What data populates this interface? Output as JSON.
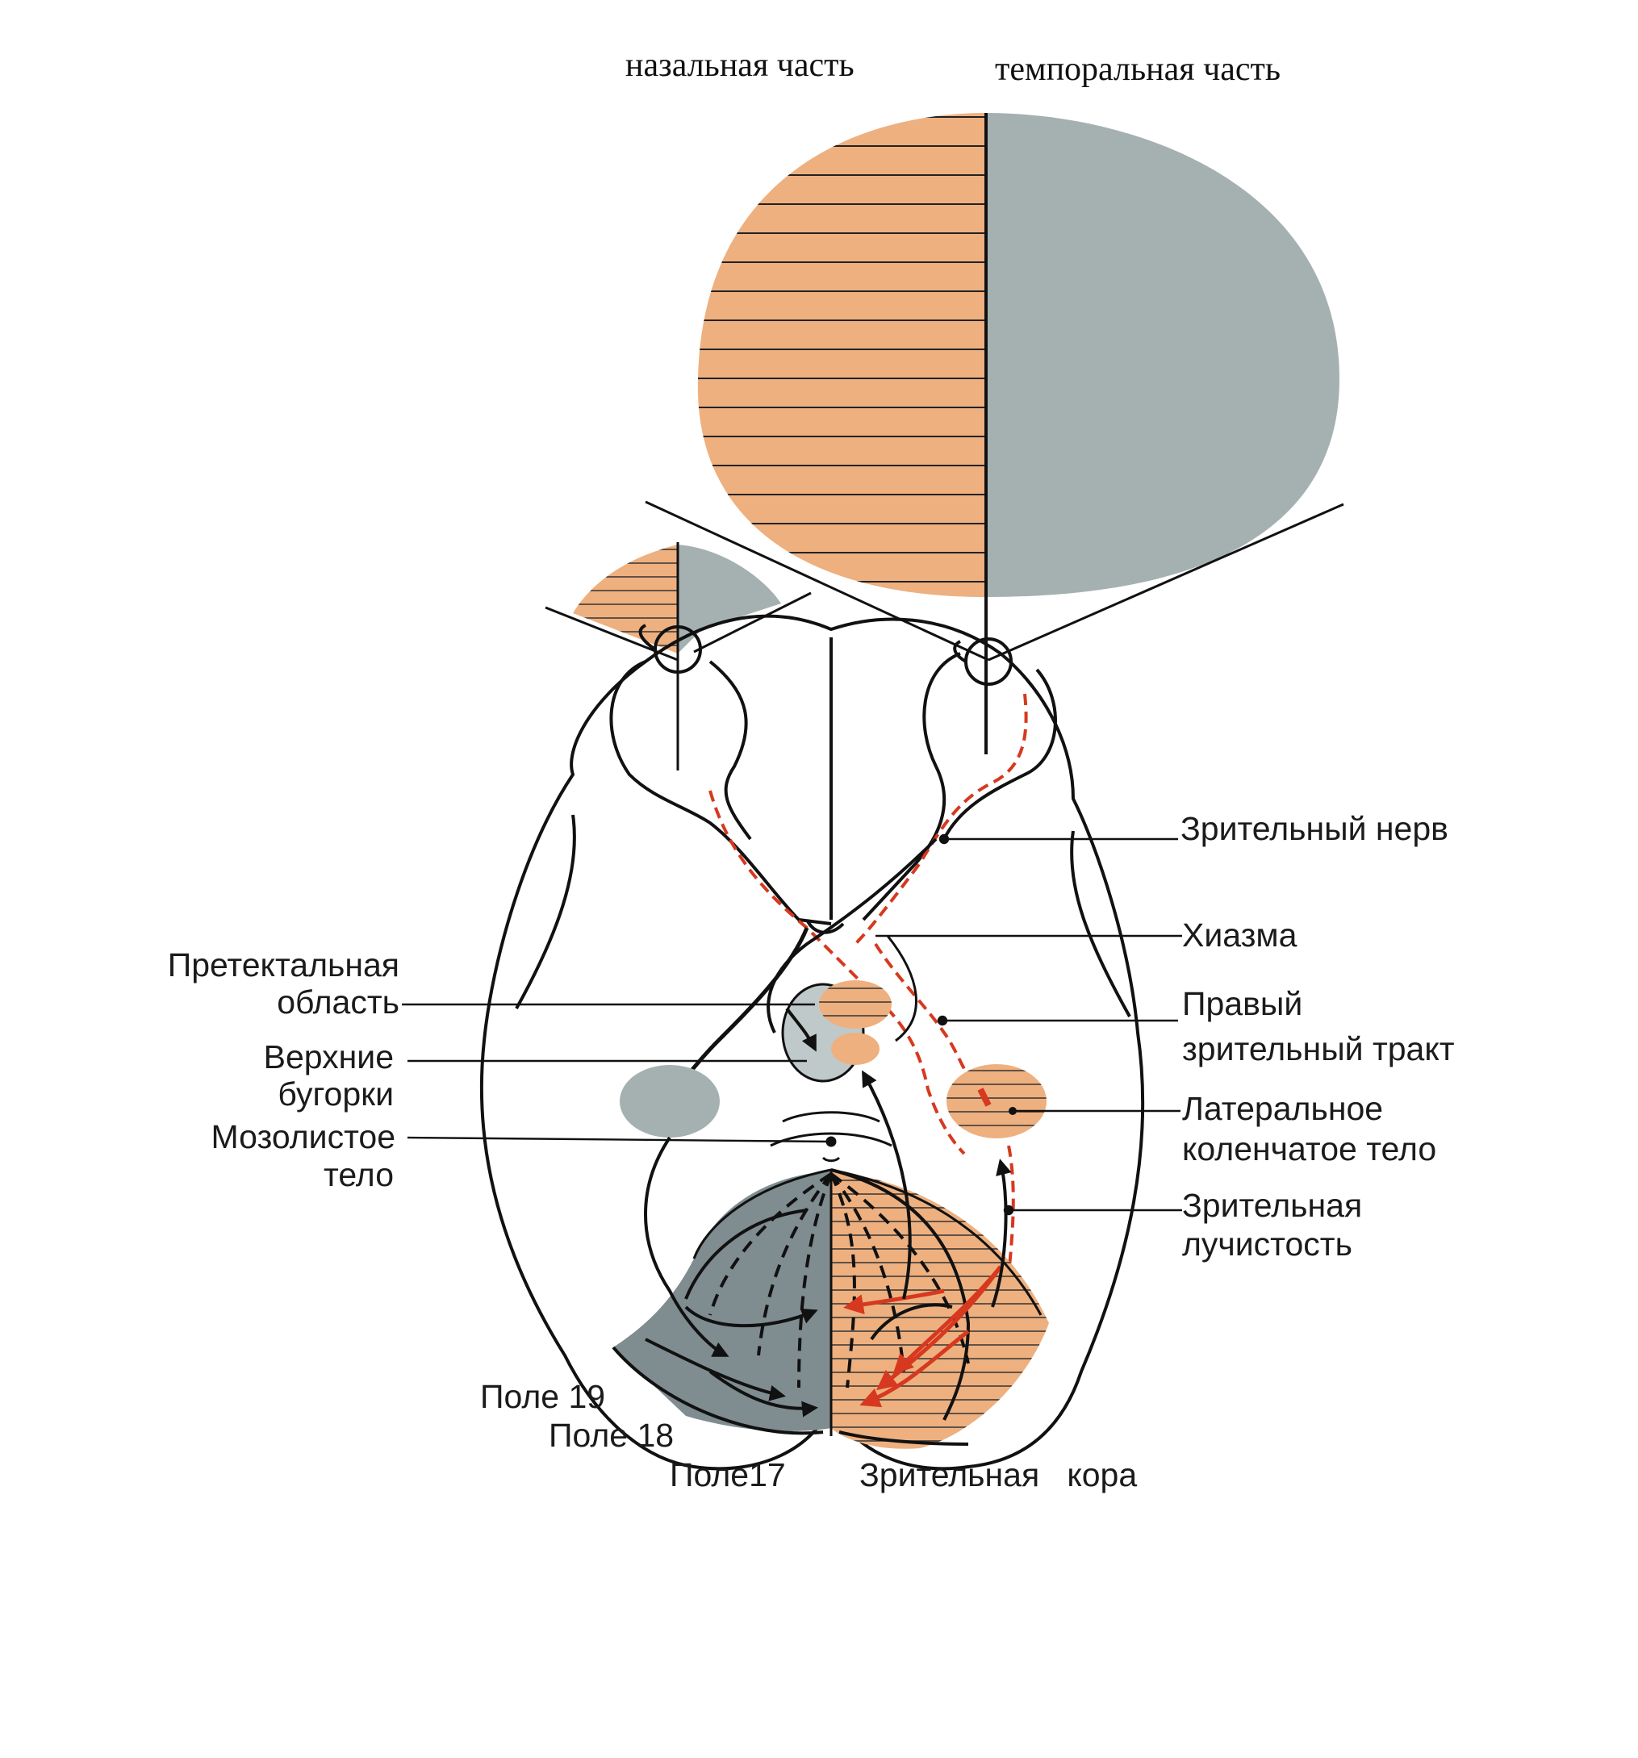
{
  "header": {
    "nasal": "назальная часть",
    "temporal": "темпоральная часть"
  },
  "labels_left": {
    "pretectal_1": "Претектальная",
    "pretectal_2": "область",
    "superior_1": "Верхние",
    "superior_2": "бугорки",
    "corpus_1": "Мозолистое",
    "corpus_2": "тело"
  },
  "labels_right": {
    "optic_nerve": "Зрительный нерв",
    "chiasm": "Хиазма",
    "tract_1": "Правый",
    "tract_2": "зрительный тракт",
    "lgn_1": "Латеральное",
    "lgn_2": "коленчатое тело",
    "radiation_1": "Зрительная",
    "radiation_2": "лучистость"
  },
  "labels_bottom": {
    "field19": "Поле 19",
    "field18": "Поле 18",
    "field17": "Поле17",
    "cortex": "Зрительная   кора"
  },
  "colors": {
    "orange": "#eeb07f",
    "grey": "#a5b1b1",
    "darkgrey": "#7f8c90",
    "line": "#111111",
    "red": "#d6391f"
  }
}
